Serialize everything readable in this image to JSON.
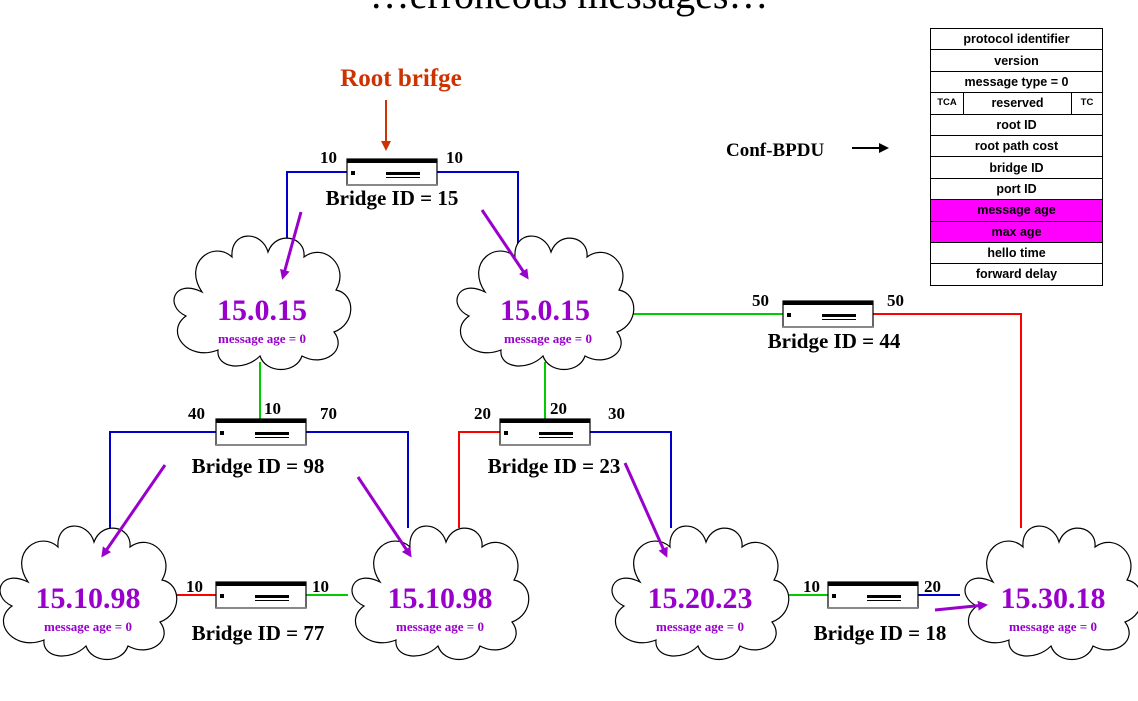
{
  "title_partial": "…erroneous messages…",
  "root_label": "Root brifge",
  "conf_label": "Conf-BPDU",
  "colors": {
    "blue": "#0000cc",
    "green": "#00cc00",
    "red": "#ff0000",
    "purple": "#9900cc",
    "root": "#cc3300",
    "highlight": "#ff00ff"
  },
  "bridges": [
    {
      "id": "b15",
      "label": "Bridge ID = 15",
      "left_port": "10",
      "right_port": "10"
    },
    {
      "id": "b44",
      "label": "Bridge ID = 44",
      "left_port": "50",
      "right_port": "50"
    },
    {
      "id": "b98",
      "label": "Bridge ID = 98",
      "left_port": "40",
      "top_port": "10",
      "right_port": "70"
    },
    {
      "id": "b23",
      "label": "Bridge ID = 23",
      "left_port": "20",
      "top_port": "20",
      "right_port": "30"
    },
    {
      "id": "b77",
      "label": "Bridge ID = 77",
      "left_port": "10",
      "right_port": "10"
    },
    {
      "id": "b18",
      "label": "Bridge ID = 18",
      "left_port": "10",
      "right_port": "20"
    }
  ],
  "lans": [
    {
      "id": "lan1",
      "name": "15.0.15",
      "sub": "message age = 0"
    },
    {
      "id": "lan2",
      "name": "15.0.15",
      "sub": "message age = 0"
    },
    {
      "id": "lan3",
      "name": "15.10.98",
      "sub": "message age = 0"
    },
    {
      "id": "lan4",
      "name": "15.10.98",
      "sub": "message age = 0"
    },
    {
      "id": "lan5",
      "name": "15.20.23",
      "sub": "message age = 0"
    },
    {
      "id": "lan6",
      "name": "15.30.18",
      "sub": "message age = 0"
    }
  ],
  "bpdu_fields": {
    "protocol_identifier": "protocol identifier",
    "version": "version",
    "message_type": "message type = 0",
    "tca": "TCA",
    "reserved": "reserved",
    "tc": "TC",
    "root_id": "root ID",
    "root_path_cost": "root path cost",
    "bridge_id": "bridge ID",
    "port_id": "port ID",
    "message_age": "message age",
    "max_age": "max age",
    "hello_time": "hello time",
    "forward_delay": "forward delay"
  }
}
